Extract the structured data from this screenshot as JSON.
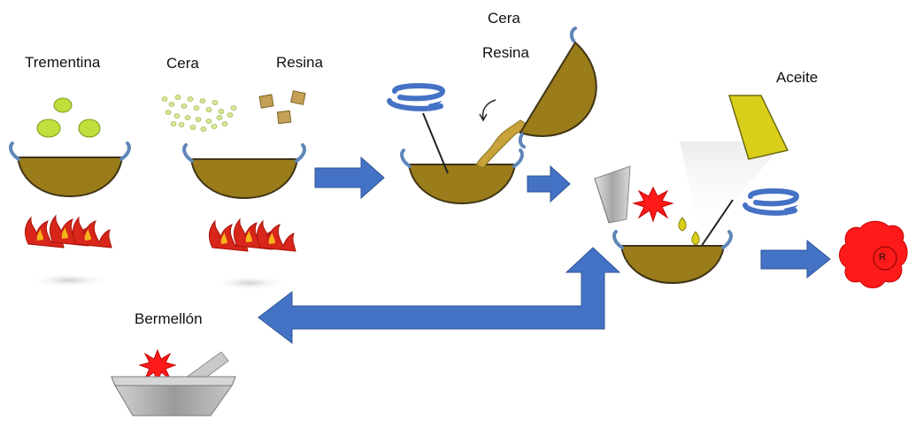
{
  "labels": {
    "trementina": "Trementina",
    "cera_1": "Cera",
    "resina_1": "Resina",
    "cera_2": "Cera",
    "resina_2": "Resina",
    "aceite": "Aceite",
    "bermellon": "Bermellón",
    "product_mark": "R"
  },
  "colors": {
    "pot_fill": "#9a7c1a",
    "pot_handle": "#5f86b8",
    "arrow_blue": "#4472c4",
    "fire_red": "#e01e12",
    "fire_orange": "#f6b51b",
    "trementina_green": "#bedf3c",
    "cera_green": "#d6e79a",
    "resina_tan": "#c3a055",
    "oil_yellow": "#d9cf1a",
    "spark_red": "#ff0000",
    "mortar_gray": "#b8b8b8",
    "product_red": "#ff1a1a"
  }
}
